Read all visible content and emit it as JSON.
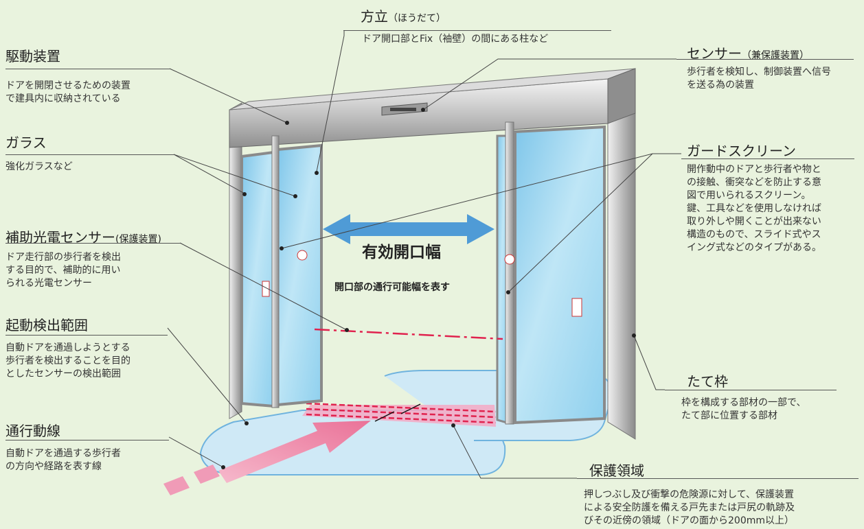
{
  "labels": {
    "hoodate": {
      "title": "方立",
      "sub": "（ほうだて）",
      "desc": "ドア開口部とFix（袖壁）の間にある柱など"
    },
    "kudou": {
      "title": "駆動装置",
      "desc_lines": [
        "ドアを開閉させるための装置",
        "で建具内に収納されている"
      ]
    },
    "sensor": {
      "title": "センサー",
      "sub": "（兼保護装置）",
      "desc_lines": [
        "歩行者を検知し、制御装置へ信号",
        "を送る為の装置"
      ]
    },
    "glass": {
      "title": "ガラス",
      "desc": "強化ガラスなど"
    },
    "guard": {
      "title": "ガードスクリーン",
      "desc_lines": [
        "開作動中のドアと歩行者や物と",
        "の接触、衝突などを防止する意",
        "図で用いられるスクリーン。",
        "鍵、工具などを使用しなければ",
        "取り外しや開くことが出来ない",
        "構造のもので、スライド式やス",
        "イング式などのタイプがある。"
      ]
    },
    "hojo": {
      "title": "補助光電センサー",
      "sub": "(保護装置)",
      "desc_lines": [
        "ドア走行部の歩行者を検出",
        "する目的で、補助的に用い",
        "られる光電センサー"
      ]
    },
    "kidou": {
      "title": "起動検出範囲",
      "desc_lines": [
        "自動ドアを通過しようとする",
        "歩行者を検出することを目的",
        "としたセンサーの検出範囲"
      ]
    },
    "tatewaku": {
      "title": "たて枠",
      "desc_lines": [
        "枠を構成する部材の一部で、",
        "たて部に位置する部材"
      ]
    },
    "tsuukou": {
      "title": "通行動線",
      "desc_lines": [
        "自動ドアを通過する歩行者",
        "の方向や経路を表す線"
      ]
    },
    "hogo": {
      "title": "保護領域",
      "desc_lines": [
        "押しつぶし及び衝撃の危険源に対して、保護装置",
        "による安全防護を備える戸先または戸尻の軌跡及",
        "びその近傍の領域（ドアの面から200mm以上）"
      ]
    }
  },
  "center": {
    "title": "有効開口幅",
    "desc": "開口部の通行可能幅を表す"
  },
  "colors": {
    "background": "#e9f3de",
    "arrow": "#4f9bd6",
    "floor": "#cbe6f5",
    "floor_edge": "#6fb3de",
    "pink": "#f3a6c1",
    "red_dash": "#e0224e",
    "frame": "#c9c9c9",
    "glass": "#9fd6ef"
  }
}
